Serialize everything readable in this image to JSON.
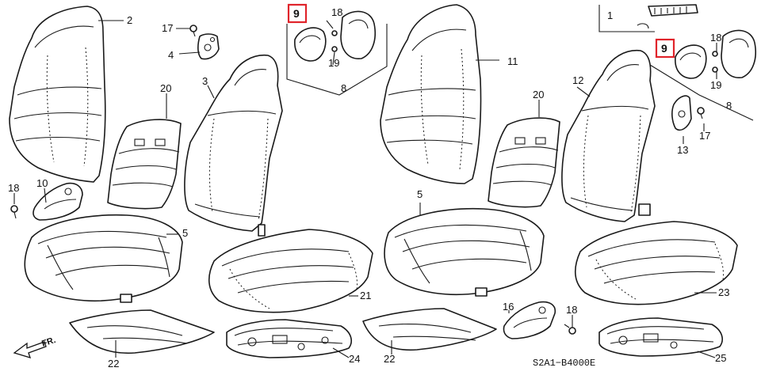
{
  "diagram": {
    "code": "S2A1−B4000E",
    "direction": "FR.",
    "highlight_color": "#e0242b",
    "callouts": {
      "c1": "1",
      "c2": "2",
      "c3": "3",
      "c4": "4",
      "c5a": "5",
      "c5b": "5",
      "c8a": "8",
      "c8b": "8",
      "c9a": "9",
      "c9b": "9",
      "c10": "10",
      "c11": "11",
      "c12": "12",
      "c13": "13",
      "c16": "16",
      "c17a": "17",
      "c17b": "17",
      "c18a": "18",
      "c18b": "18",
      "c18c": "18",
      "c18d": "18",
      "c19a": "19",
      "c19b": "19",
      "c20a": "20",
      "c20b": "20",
      "c21": "21",
      "c22a": "22",
      "c22b": "22",
      "c23": "23",
      "c24": "24",
      "c25": "25"
    }
  }
}
